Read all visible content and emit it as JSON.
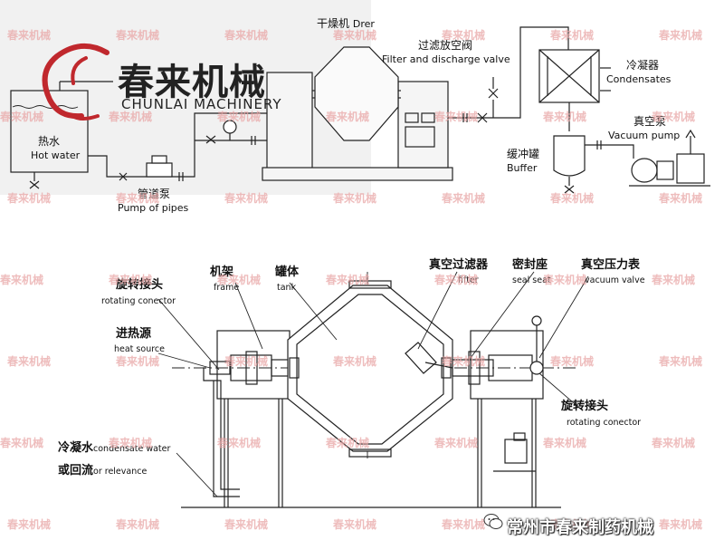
{
  "logo": {
    "name_cn": "春来机械",
    "name_en": "CHUNLAI MACHINERY",
    "colors": {
      "brand_red": "#c0282d",
      "text": "#222222"
    }
  },
  "watermark": {
    "text": "春来机械"
  },
  "top_labels": {
    "dryer_cn": "干燥机",
    "dryer_en": "Drer",
    "filter_valve_cn": "过滤放空阀",
    "filter_valve_en": "Filter and discharge valve",
    "condenser_cn": "冷凝器",
    "condenser_en": "Condensates",
    "vacuum_pump_cn": "真空泵",
    "vacuum_pump_en": "Vacuum pump",
    "buffer_cn": "缓冲罐",
    "buffer_en": "Buffer",
    "hot_water_cn": "热水",
    "hot_water_en": "Hot water",
    "pipe_pump_cn": "管道泵",
    "pipe_pump_en": "Pump of pipes"
  },
  "bottom_labels": {
    "rotating_left_cn": "旋转接头",
    "rotating_left_en": "rotating conector",
    "frame_cn": "机架",
    "frame_en": "frame",
    "tank_cn": "罐体",
    "tank_en": "tank",
    "filter_cn": "真空过滤器",
    "filter_en": "fifter",
    "seal_cn": "密封座",
    "seal_en": "seal seat",
    "gauge_cn": "真空压力表",
    "gauge_en": "vacuum valve",
    "heat_cn": "进热源",
    "heat_en": "heat source",
    "rotating_right_cn": "旋转接头",
    "rotating_right_en": "rotating conector",
    "condensate_cn": "冷凝水",
    "condensate_en": "condensate water",
    "reflux_cn": "或回流",
    "reflux_en": "or relevance"
  },
  "footer": {
    "text": "常州市春来制药机械",
    "icon": "wechat-icon"
  }
}
